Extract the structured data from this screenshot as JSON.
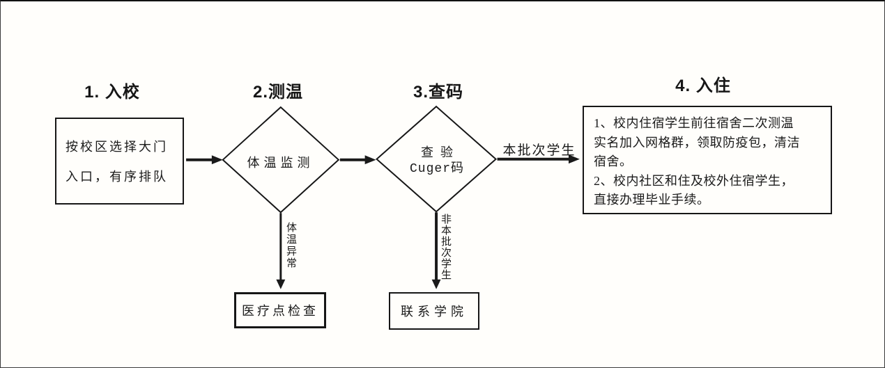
{
  "page": {
    "background": "#fffefb",
    "line_color": "#1a1a1a"
  },
  "stages": [
    {
      "title": "1. 入校"
    },
    {
      "title": "2.测温"
    },
    {
      "title": "3.查码"
    },
    {
      "title": "4. 入住"
    }
  ],
  "nodes": {
    "entry_box": {
      "line1": "按校区选择大门",
      "line2": "入口，有序排队"
    },
    "temp_diamond": {
      "label": "体温监测"
    },
    "code_diamond": {
      "line1": "查验",
      "line2": "Cuger码"
    },
    "checkin_box": {
      "lines": [
        "1、校内住宿学生前往宿舍二次测温",
        "实名加入网格群，领取防疫包，清洁",
        "宿舍。",
        "2、校内社区和住及校外住宿学生，",
        "直接办理毕业手续。"
      ]
    },
    "medical_box": {
      "label": "医疗点检查"
    },
    "college_box": {
      "label": "联系学院"
    }
  },
  "edges": {
    "current_batch_label": "本批次学生",
    "temp_abnormal_label": "体温异常",
    "non_batch_label": "非本批次学生"
  }
}
